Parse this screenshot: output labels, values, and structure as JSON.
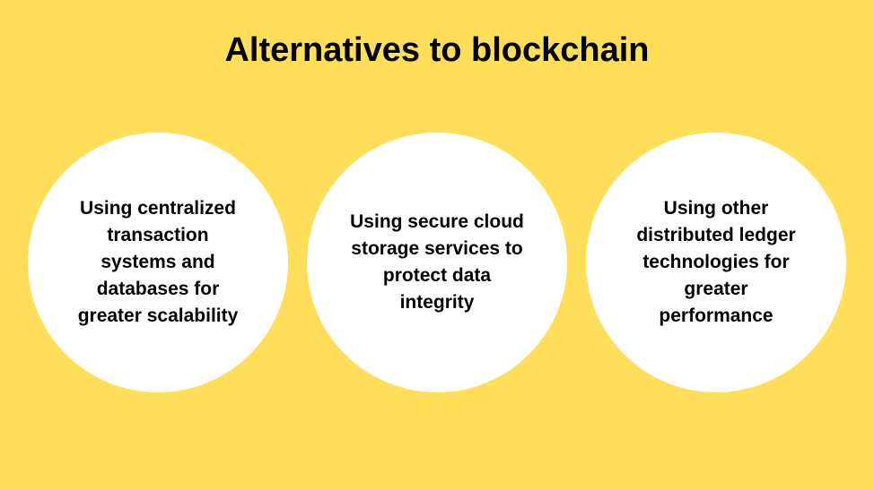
{
  "title": "Alternatives to blockchain",
  "colors": {
    "background": "#FFDE59",
    "circle": "#FFFFFF",
    "text": "#000000"
  },
  "alternatives": [
    {
      "text": "Using centralized transaction systems and databases for greater scalability"
    },
    {
      "text": "Using secure cloud storage services to protect data integrity"
    },
    {
      "text": "Using other distributed ledger technologies for greater performance"
    }
  ]
}
